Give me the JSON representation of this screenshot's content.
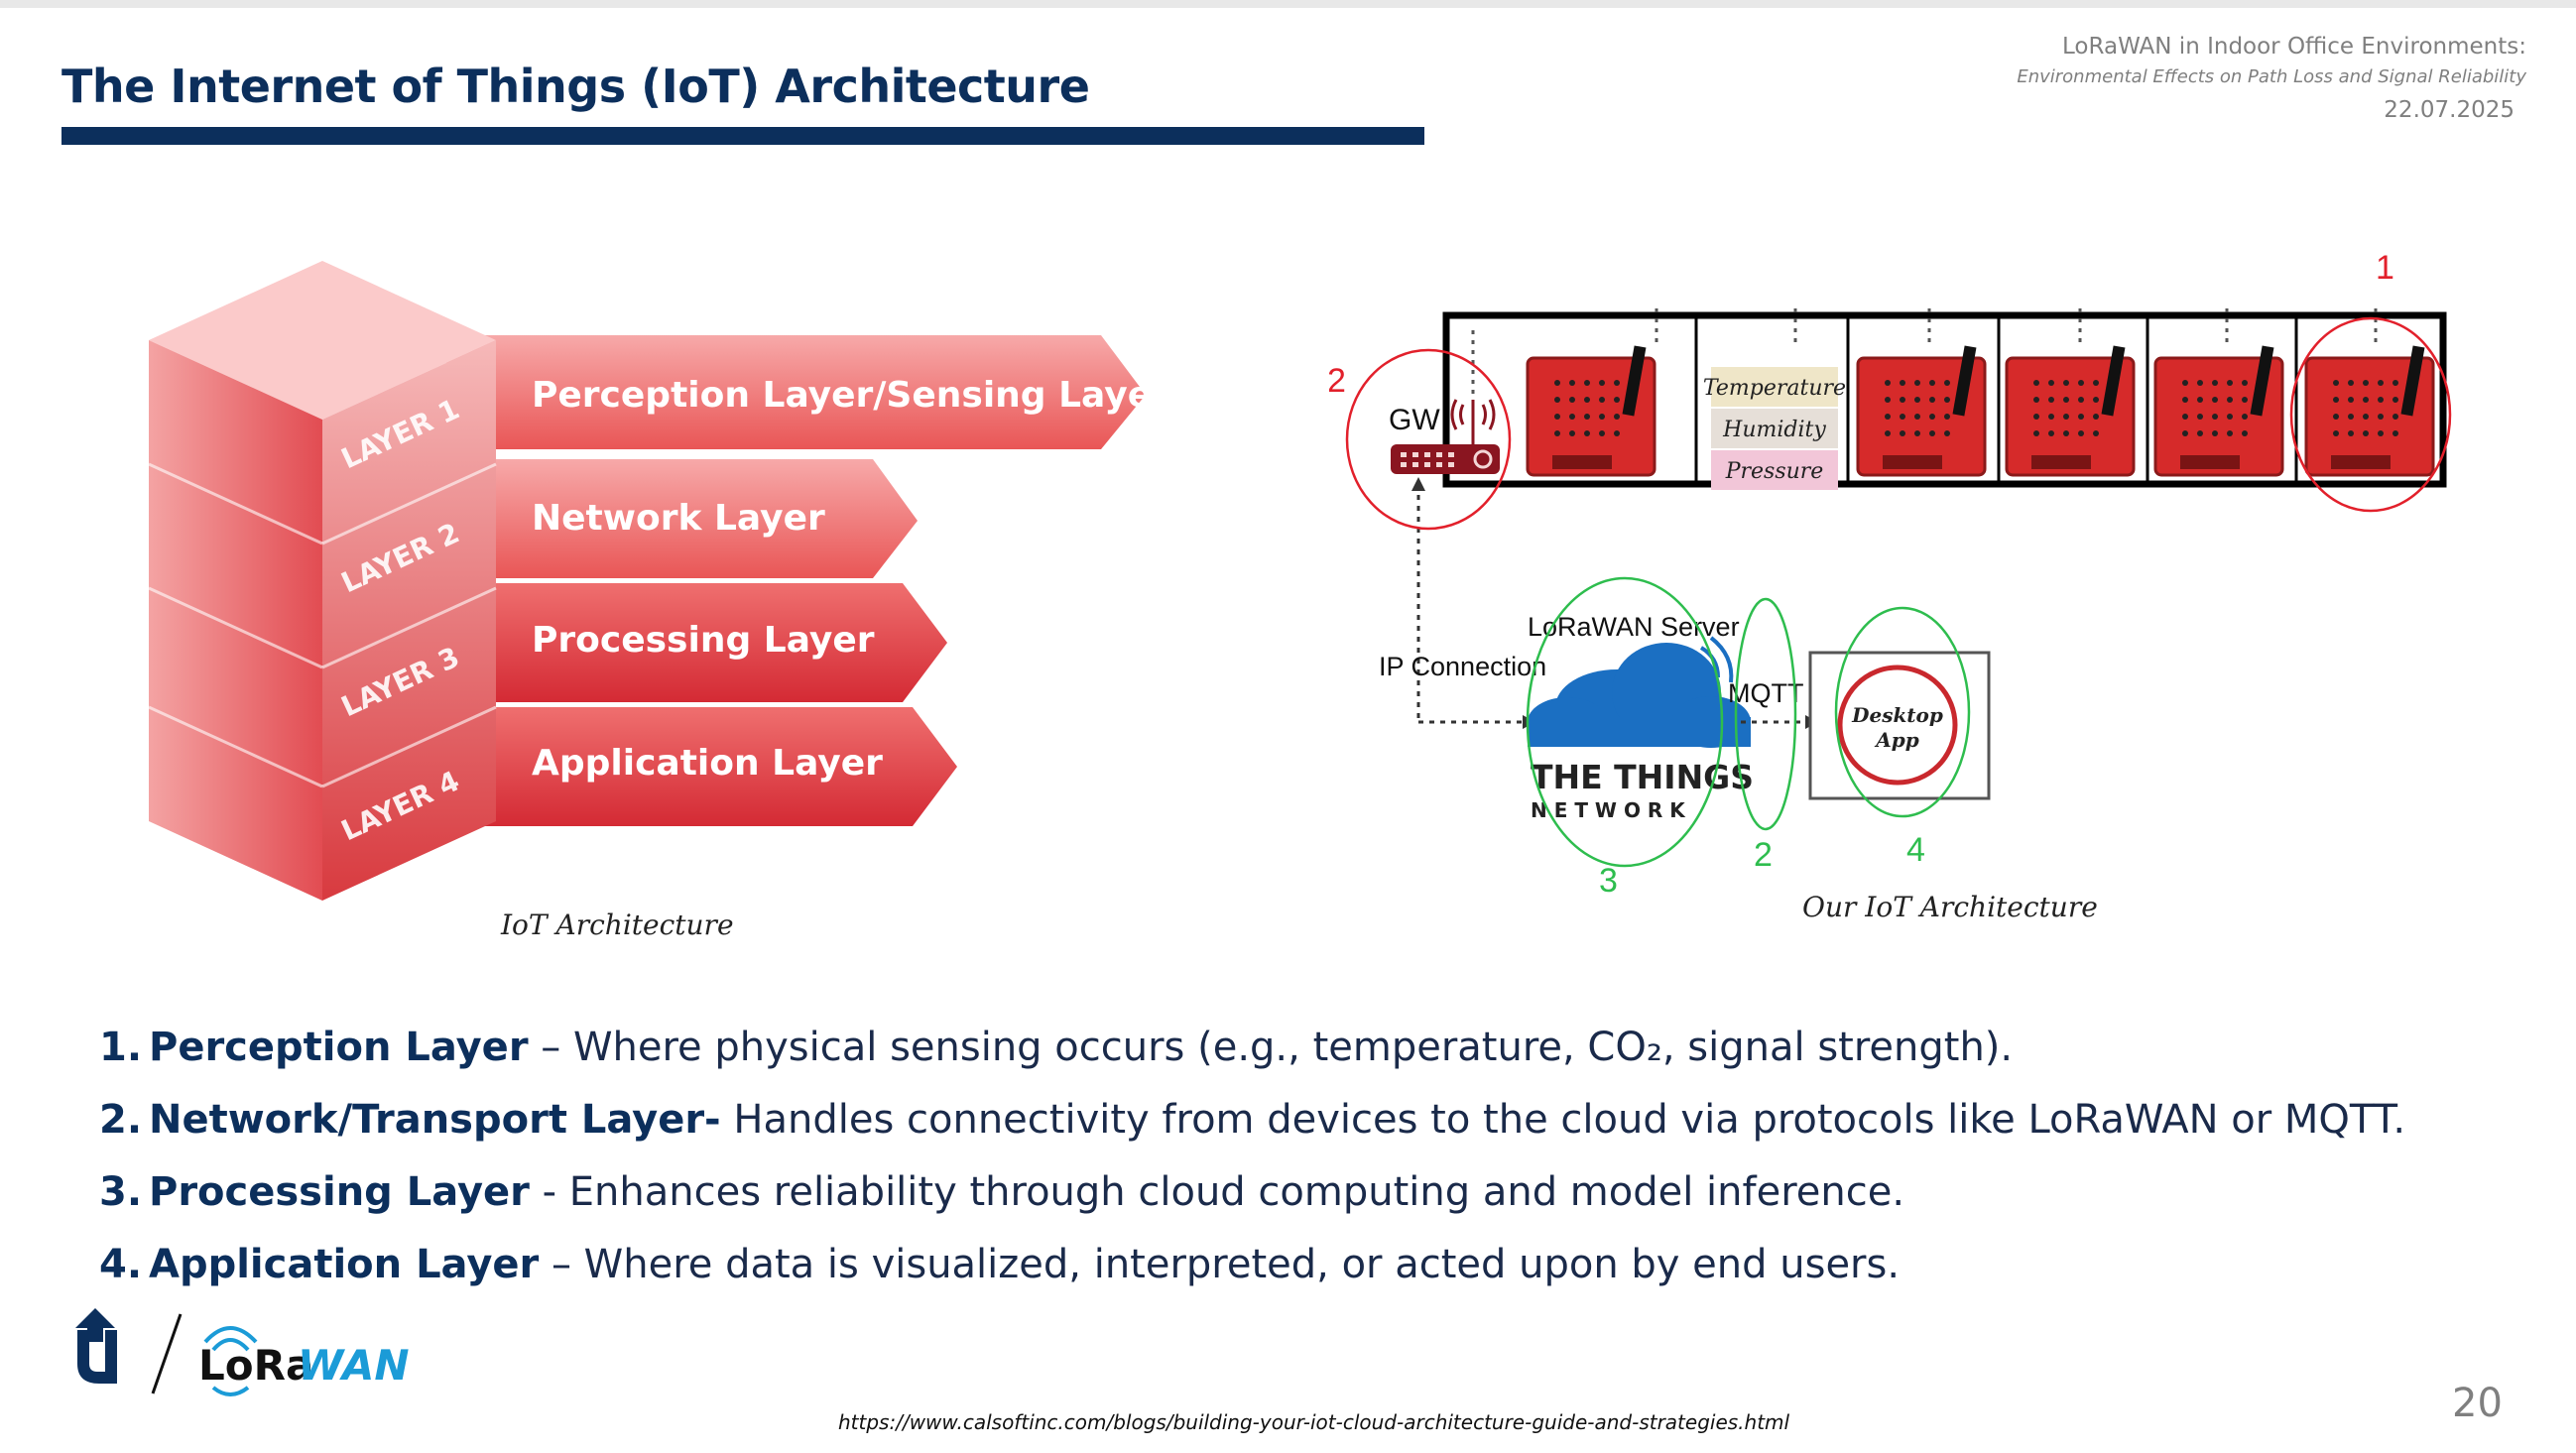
{
  "header": {
    "title": "The Internet of Things (IoT) Architecture",
    "subtitle_line1": "LoRaWAN in Indoor Office Environments:",
    "subtitle_line2": "Environmental Effects on Path Loss and Signal Reliability",
    "date": "22.07.2025"
  },
  "layer_stack": {
    "caption": "IoT Architecture",
    "layers": [
      {
        "tag": "LAYER 1",
        "label": "Perception Layer/Sensing Layer"
      },
      {
        "tag": "LAYER 2",
        "label": "Network Layer"
      },
      {
        "tag": "LAYER 3",
        "label": "Processing Layer"
      },
      {
        "tag": "LAYER 4",
        "label": "Application Layer"
      }
    ]
  },
  "our_architecture": {
    "caption": "Our IoT Architecture",
    "gateway_label": "GW",
    "sensor_labels": [
      "Temperature",
      "Humidity",
      "Pressure"
    ],
    "ip_connection_label": "IP Connection",
    "server_label": "LoRaWAN Server",
    "ttn_line1": "THE THINGS",
    "ttn_line2": "N E T W O R K",
    "mqtt_label": "MQTT",
    "desktop_line1": "Desktop",
    "desktop_line2": "App",
    "markers": {
      "red_1": "1",
      "red_2": "2",
      "green_3": "3",
      "green_2": "2",
      "green_4": "4"
    }
  },
  "bullets": [
    {
      "num": "1.",
      "term": "Perception Layer",
      "desc": " – Where physical sensing occurs (e.g., temperature, CO₂, signal strength)."
    },
    {
      "num": "2.",
      "term": "Network/Transport Layer-",
      "desc": " Handles connectivity from devices to the cloud via protocols like LoRaWAN or MQTT."
    },
    {
      "num": "3.",
      "term": "Processing Layer",
      "desc": " -  Enhances reliability through cloud computing and model inference."
    },
    {
      "num": "4.",
      "term": "Application Layer",
      "desc": "  – Where data is visualized, interpreted, or acted upon by end users."
    }
  ],
  "logos": {
    "brand_text_a": "LoRa",
    "brand_text_b": "WAN",
    "uni_mark": "u"
  },
  "footer": {
    "url": "https://www.calsoftinc.com/blogs/building-your-iot-cloud-architecture-guide-and-strategies.html",
    "page_number": "20"
  },
  "colors": {
    "navy": "#0c2f5c",
    "gray": "#7f7f7f",
    "red": "#e2202b",
    "green": "#2ebd4e",
    "lora_blue": "#1b9bd7"
  }
}
